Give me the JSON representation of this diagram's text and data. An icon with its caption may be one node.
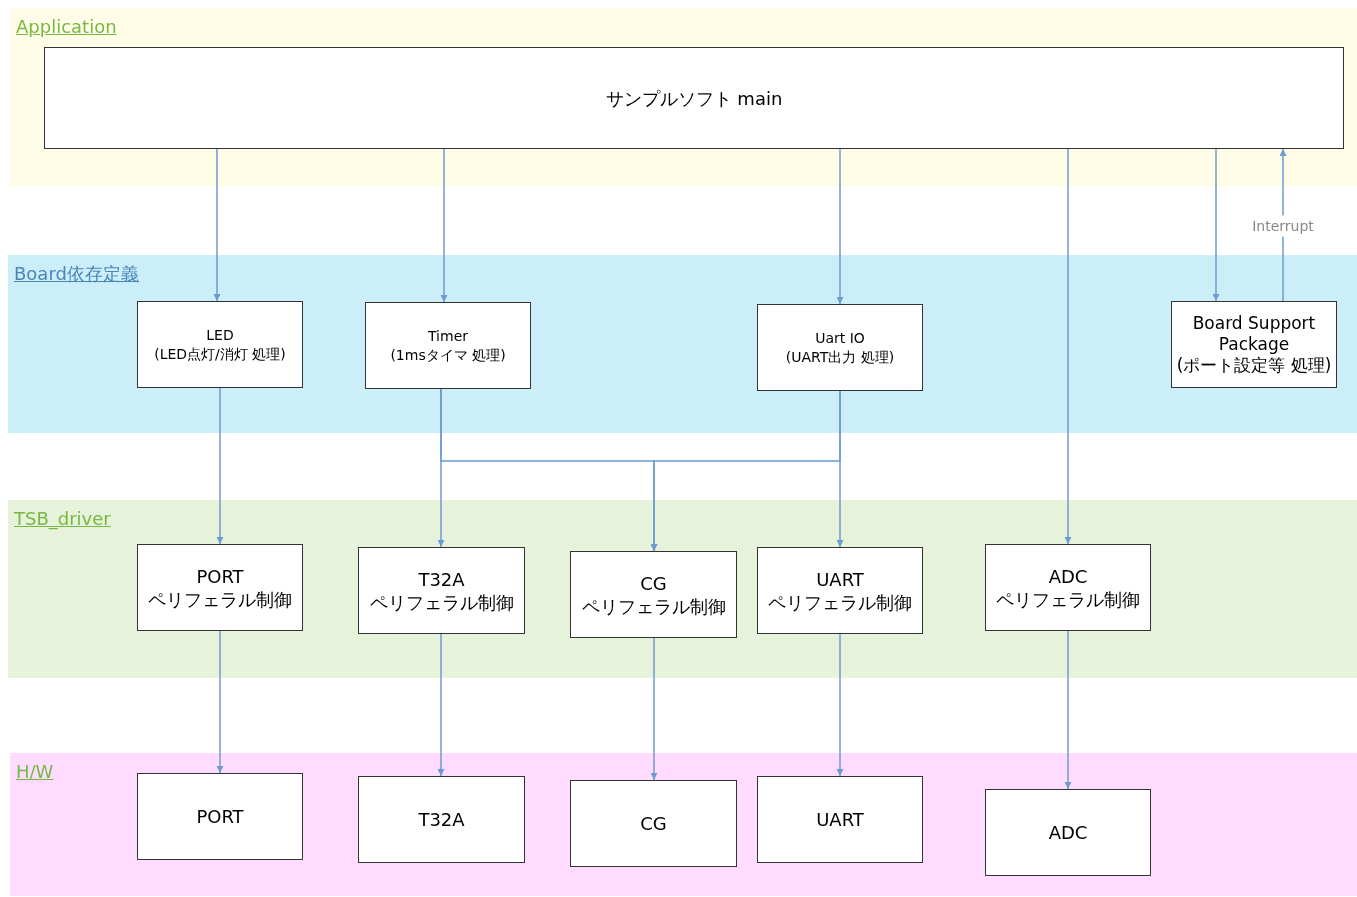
{
  "diagram": {
    "nodes": [
      {
        "text": [
          "Application"
        ]
      },
      {
        "text": [
          "サンプルソフト main"
        ],
        "in": 0
      },
      {
        "text": [
          "Board依存定義"
        ]
      },
      {
        "text": [
          "LED",
          "(LED点灯/消灯 処理)"
        ],
        "in": 2
      },
      {
        "text": [
          "Timer",
          "(1msタイマ 処理)"
        ],
        "in": 2
      },
      {
        "text": [
          "Uart IO",
          "(UART出力 処理)"
        ],
        "in": 2
      },
      {
        "text": [
          "Board Support Package (ポート設定等 処理)"
        ],
        "in": 2
      },
      {
        "text": [
          "TSB_driver"
        ]
      },
      {
        "text": [
          "PORT",
          "ペリフェラル制御"
        ],
        "in": 7
      },
      {
        "text": [
          "T32A",
          "ペリフェラル制御"
        ],
        "in": 7
      },
      {
        "text": [
          "CG",
          "ペリフェラル制御"
        ],
        "in": 7
      },
      {
        "text": [
          "UART",
          "ペリフェラル制御"
        ],
        "in": 7
      },
      {
        "text": [
          "ADC",
          "ペリフェラル制御"
        ],
        "in": 7
      },
      {
        "text": [
          "H/W"
        ]
      },
      {
        "text": [
          "PORT"
        ],
        "in": 13
      },
      {
        "text": [
          "T32A"
        ],
        "in": 13
      },
      {
        "text": [
          "CG"
        ],
        "in": 13
      },
      {
        "text": [
          "UART"
        ],
        "in": 13
      },
      {
        "text": [
          "ADC"
        ],
        "in": 13
      }
    ],
    "edges": [
      {
        "from": 1,
        "to": 3,
        "arrow": "to"
      },
      {
        "from": 1,
        "to": 4,
        "arrow": "to"
      },
      {
        "from": 1,
        "to": 5,
        "arrow": "to"
      },
      {
        "from": 1,
        "to": 12,
        "arrow": "to"
      },
      {
        "from": 1,
        "to": 6,
        "arrow": "to"
      },
      {
        "from": 6,
        "to": 1,
        "label": "Interrupt",
        "arrow": "to"
      },
      {
        "from": 3,
        "to": 8,
        "arrow": "to"
      },
      {
        "from": 4,
        "to": 9,
        "arrow": "to"
      },
      {
        "from": 4,
        "to": 10,
        "arrow": "to"
      },
      {
        "from": 5,
        "to": 10,
        "arrow": "to"
      },
      {
        "from": 5,
        "to": 11,
        "arrow": "to"
      },
      {
        "from": 8,
        "to": 14,
        "arrow": "to"
      },
      {
        "from": 9,
        "to": 15,
        "arrow": "to"
      },
      {
        "from": 10,
        "to": 16,
        "arrow": "to"
      },
      {
        "from": 11,
        "to": 17,
        "arrow": "to"
      },
      {
        "from": 12,
        "to": 18,
        "arrow": "to"
      }
    ]
  }
}
